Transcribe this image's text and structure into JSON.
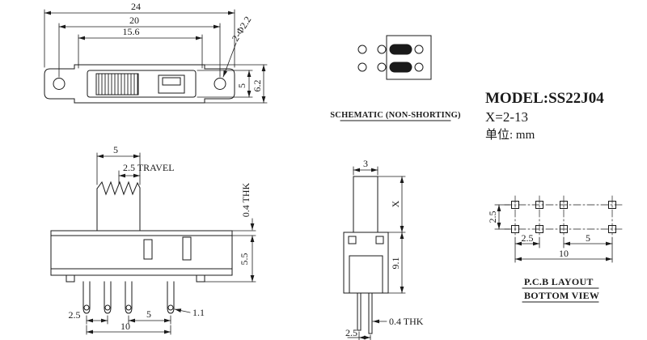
{
  "colors": {
    "ink": "#1a1a1a",
    "bg": "#ffffff"
  },
  "title_block": {
    "model": "MODEL:SS22J04",
    "x_range": "X=2-13",
    "unit": "单位: mm"
  },
  "top_view": {
    "dim_overall": "24",
    "dim_hole_pitch": "20",
    "dim_recess": "15.6",
    "dim_holes": "2-Φ2.2",
    "dim_inner_height": "5",
    "dim_height": "6.2"
  },
  "schematic": {
    "label": "SCHEMATIC (NON-SHORTING)"
  },
  "front_view": {
    "dim_knob_width": "5",
    "dim_travel": "2.5 TRAVEL",
    "dim_plate_thk": "0.4 THK",
    "dim_body_height": "5.5",
    "dim_pin_pitch": "2.5",
    "dim_pin_span_right": "5",
    "dim_pin_width": "1.1",
    "dim_pin_span": "10"
  },
  "side_view": {
    "dim_knob": "3",
    "dim_actuator_height": "X",
    "dim_body_height": "9.1",
    "dim_pin_thk": "0.4 THK",
    "dim_pin_pitch": "2.5"
  },
  "pcb_layout": {
    "dim_row_pitch": "2.5",
    "dim_col_pitch": "2.5",
    "dim_col_span": "5",
    "dim_total": "10",
    "label_line1": "P.C.B LAYOUT",
    "label_line2": "BOTTOM VIEW"
  }
}
